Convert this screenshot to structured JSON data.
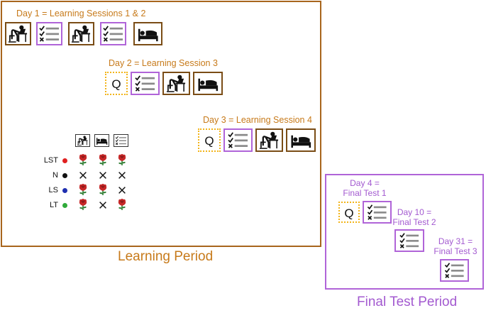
{
  "learning_period": {
    "label": "Learning Period",
    "day1": "Day 1 = Learning Sessions 1 & 2",
    "day2": "Day 2 = Learning Session 3",
    "day3": "Day 3 = Learning Session 4",
    "quiz_letter": "Q"
  },
  "final_period": {
    "label": "Final Test Period",
    "day4_line1": "Day 4 =",
    "day4_line2": "Final Test 1",
    "day10_line1": "Day 10 =",
    "day10_line2": "Final Test 2",
    "day31_line1": "Day 31 =",
    "day31_line2": "Final Test 3",
    "quiz_letter": "Q"
  },
  "legend_table": {
    "header_icons": [
      "study-icon",
      "sleep-icon",
      "test-icon"
    ],
    "rows": [
      {
        "label": "LST",
        "color": "#e02020",
        "cells": [
          "rose",
          "rose",
          "rose"
        ]
      },
      {
        "label": "N",
        "color": "#111111",
        "cells": [
          "cross",
          "cross",
          "cross"
        ]
      },
      {
        "label": "LS",
        "color": "#1f2fb0",
        "cells": [
          "rose",
          "rose",
          "cross"
        ]
      },
      {
        "label": "LT",
        "color": "#2faa3a",
        "cells": [
          "rose",
          "cross",
          "rose"
        ]
      }
    ]
  },
  "colors": {
    "learning": "#a8651d",
    "final": "#b064d8",
    "quiz_border": "#f2b419",
    "text_orange": "#c77a1a",
    "text_purple": "#a35ad0"
  }
}
